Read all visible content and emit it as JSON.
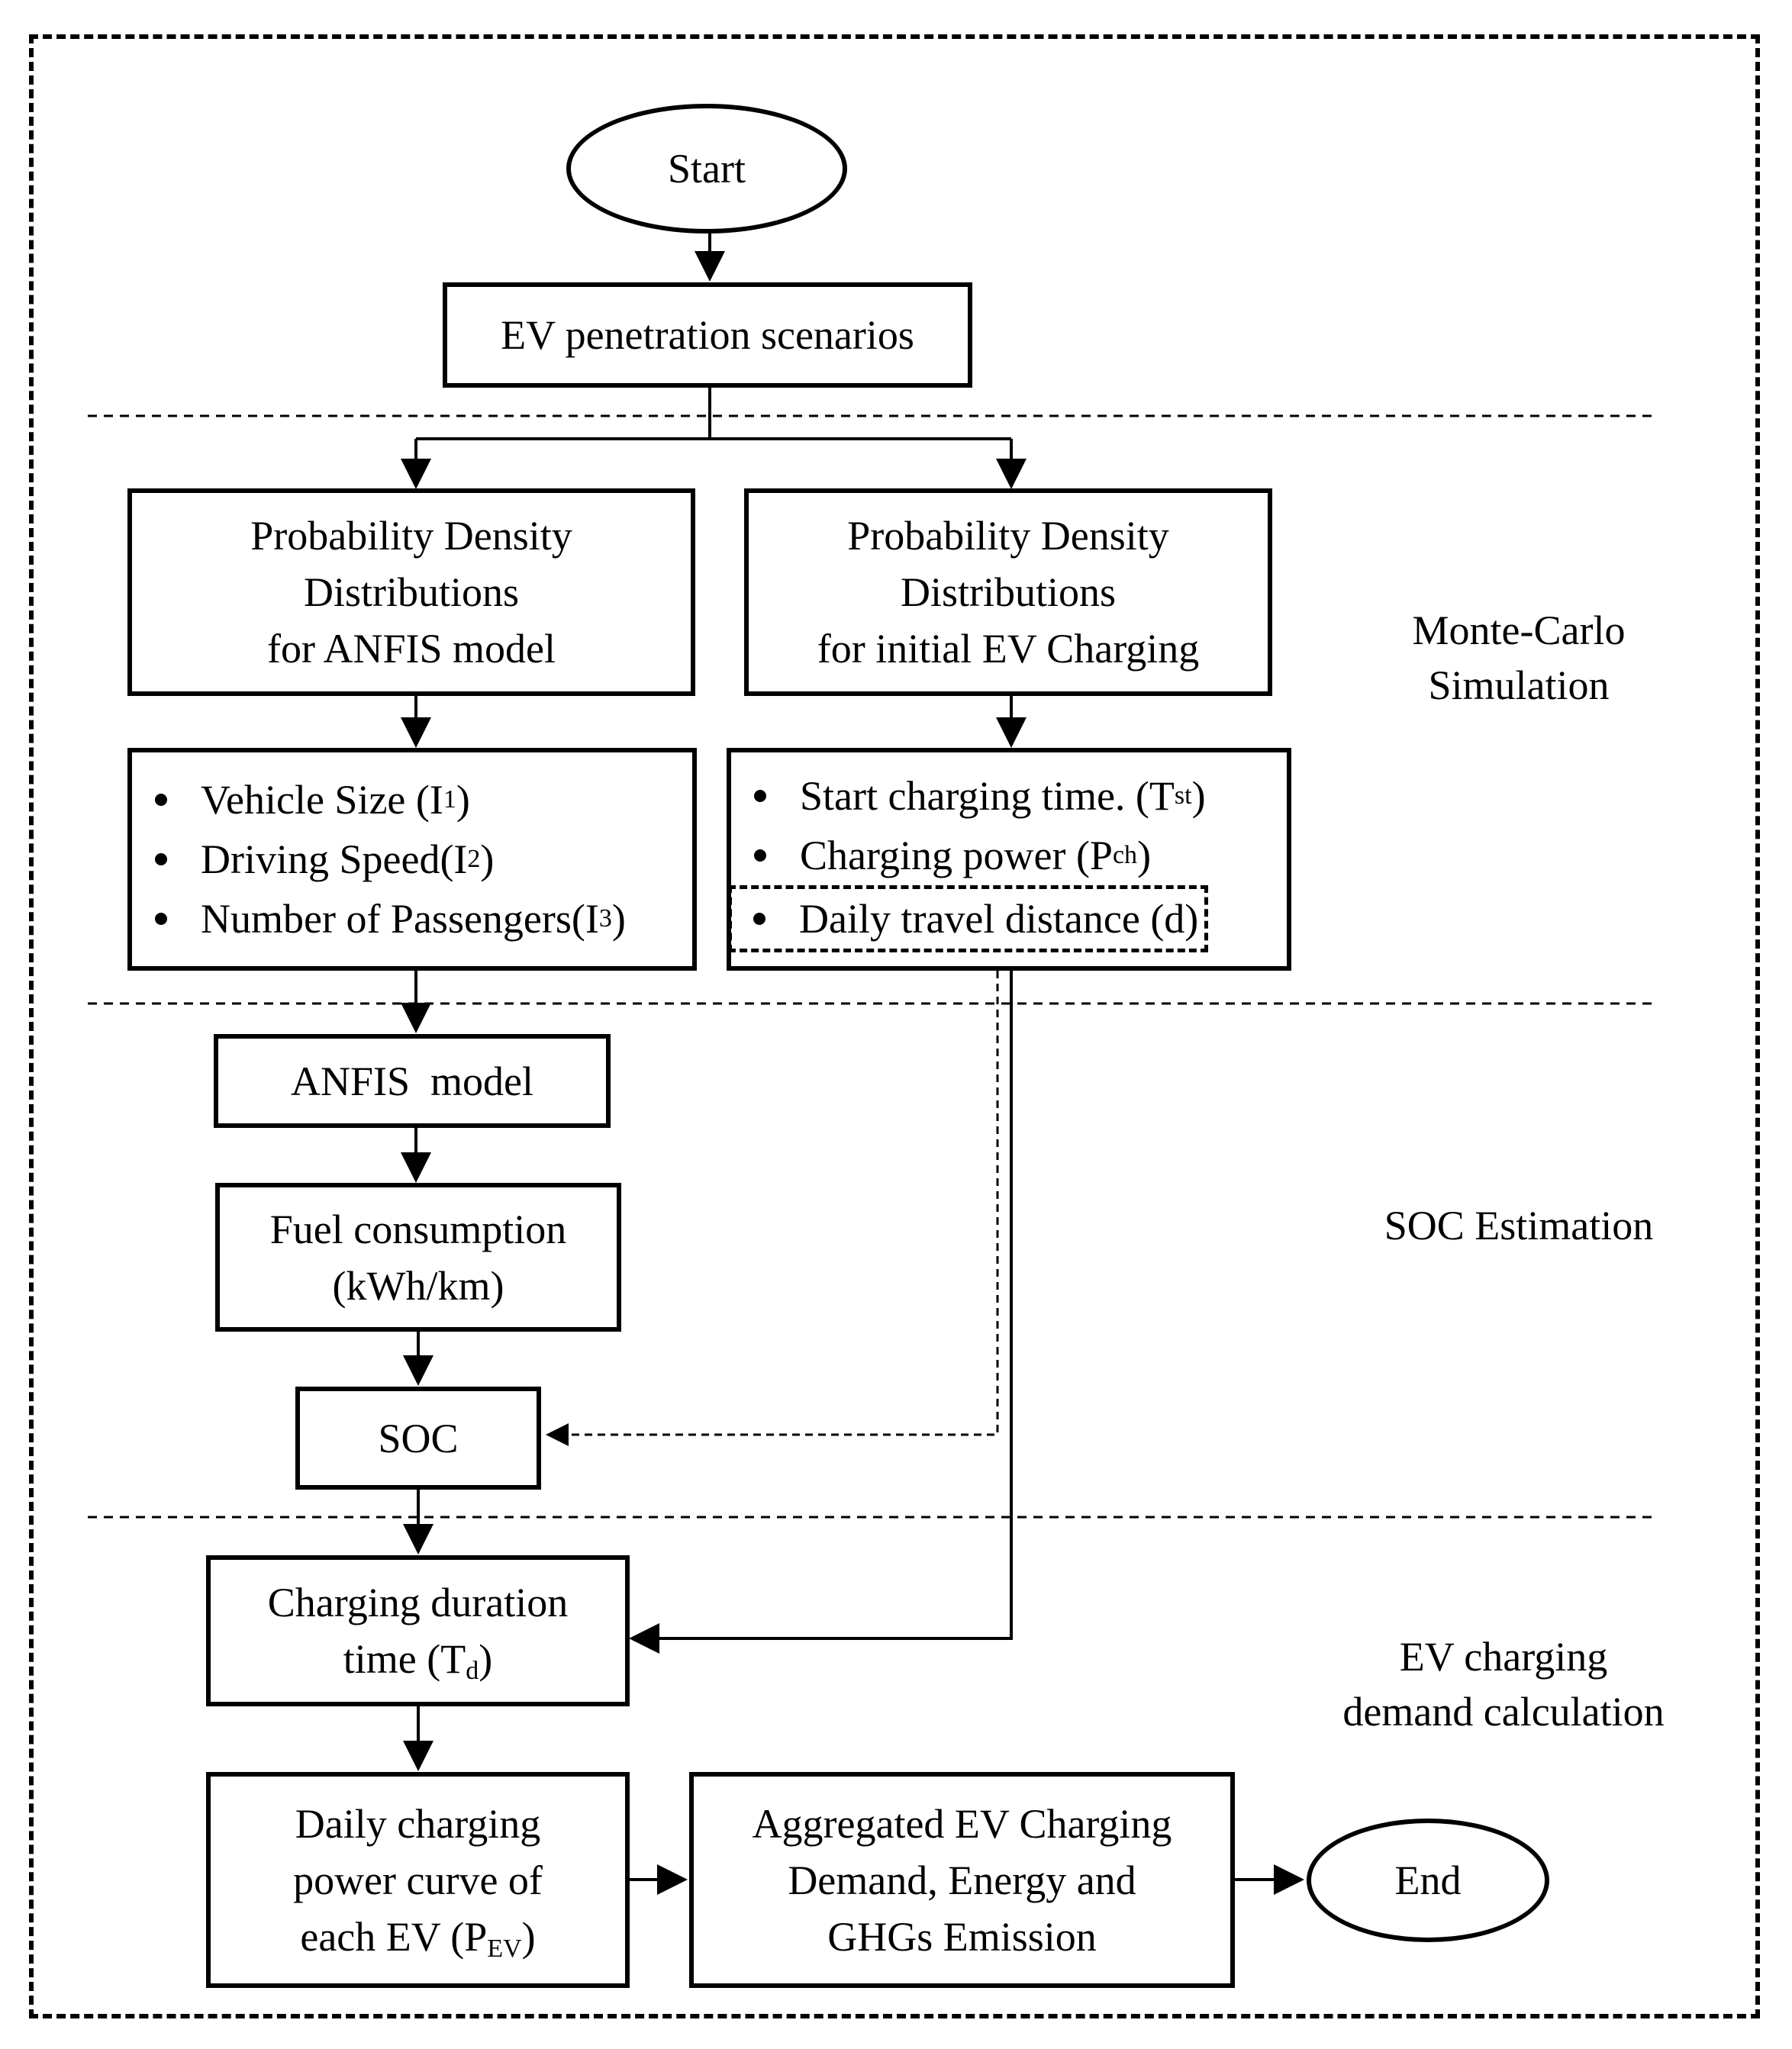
{
  "nodes": {
    "start": "Start",
    "scenarios": "EV penetration scenarios",
    "pdd_anfis": [
      "Probability Density",
      "Distributions",
      "for ANFIS model"
    ],
    "pdd_charging": [
      "Probability Density",
      "Distributions",
      "for initial EV Charging"
    ],
    "anfis_inputs": [
      {
        "text": "Vehicle Size (I",
        "sub": "1",
        "tail": ")"
      },
      {
        "text": "Driving Speed(I",
        "sub": "2",
        "tail": ")"
      },
      {
        "text": "Number of Passengers(I",
        "sub": "3",
        "tail": ")"
      }
    ],
    "charging_inputs": [
      {
        "text": "Start charging time. (T",
        "sub": "st",
        "tail": ")"
      },
      {
        "text": "Charging power (P",
        "sub": "ch",
        "tail": ")"
      },
      {
        "text": "Daily travel distance (d)",
        "sub": "",
        "tail": ""
      }
    ],
    "anfis_model": "ANFIS  model",
    "fuel": [
      "Fuel consumption",
      "(kWh/km)"
    ],
    "soc": "SOC",
    "duration": {
      "line1": "Charging duration",
      "line2": "time (T",
      "sub": "d",
      "tail": ")"
    },
    "daily_curve": {
      "line1": "Daily charging",
      "line2": "power curve of",
      "line3": "each EV (P",
      "sub": "EV",
      "tail": ")"
    },
    "aggregated": [
      "Aggregated EV Charging",
      "Demand, Energy and",
      "GHGs Emission"
    ],
    "end": "End"
  },
  "sections": {
    "monte_carlo": [
      "Monte-Carlo",
      "Simulation"
    ],
    "soc_estimation": "SOC Estimation",
    "demand": [
      "EV charging",
      "demand calculation"
    ]
  }
}
